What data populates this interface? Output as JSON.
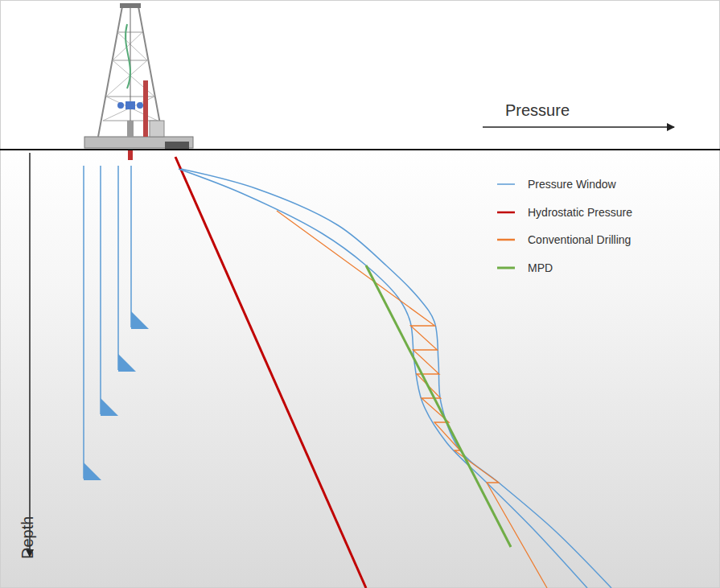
{
  "diagram": {
    "labels": [
      "Pressure",
      "Depth"
    ],
    "legend": [
      {
        "text": "Pressure Window"
      },
      {
        "text": "Hydrostatic Pressure"
      },
      {
        "text": "Conventional Drilling"
      },
      {
        "text": "MPD"
      }
    ]
  }
}
